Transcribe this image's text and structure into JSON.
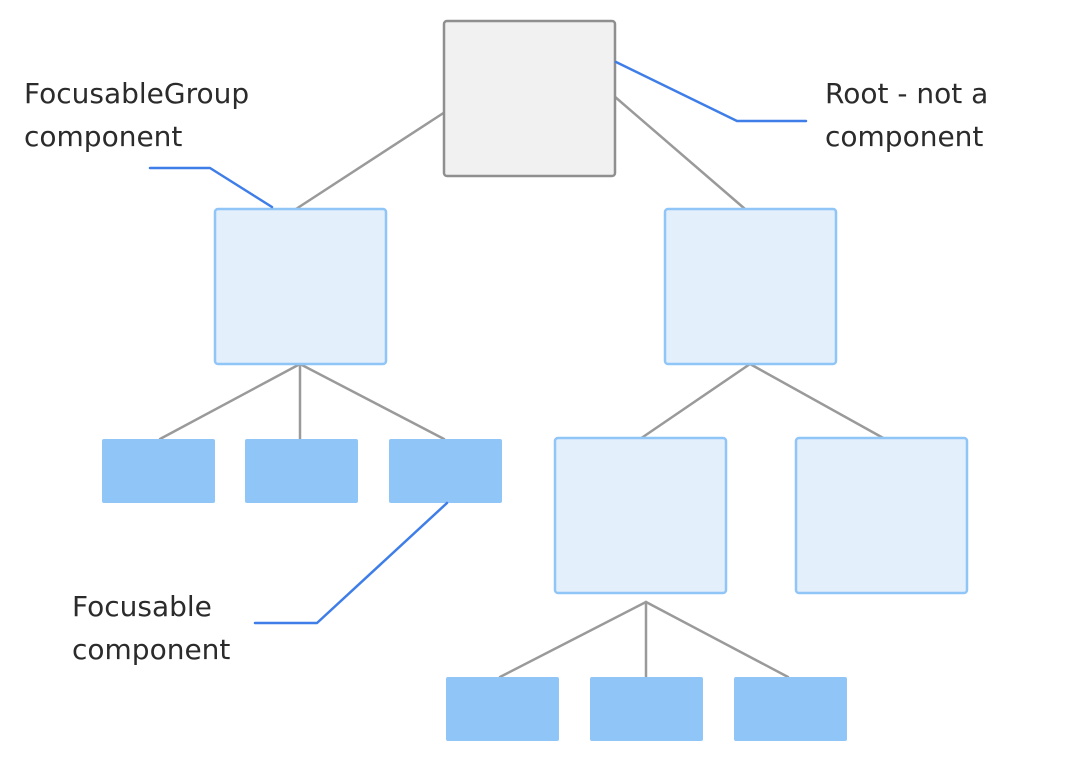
{
  "colors": {
    "connector": "#9a9a9a",
    "leader": "#3f7ee8",
    "root_fill": "#f1f1f1",
    "root_stroke": "#8f8f8f",
    "group_fill": "#e3effb",
    "group_stroke": "#90c5f8",
    "focusable_fill": "#90c5f8",
    "text": "#2b2b2b"
  },
  "labels": {
    "focusable_group": [
      "FocusableGroup",
      "component"
    ],
    "root": [
      "Root - not a",
      "component"
    ],
    "focusable": [
      "Focusable",
      "component"
    ]
  },
  "tree": {
    "root": {
      "kind": "root",
      "children": [
        {
          "kind": "group",
          "children": [
            {
              "kind": "focusable"
            },
            {
              "kind": "focusable"
            },
            {
              "kind": "focusable"
            }
          ]
        },
        {
          "kind": "group",
          "children": [
            {
              "kind": "group",
              "children": [
                {
                  "kind": "focusable"
                },
                {
                  "kind": "focusable"
                },
                {
                  "kind": "focusable"
                }
              ]
            },
            {
              "kind": "group"
            }
          ]
        }
      ]
    }
  }
}
